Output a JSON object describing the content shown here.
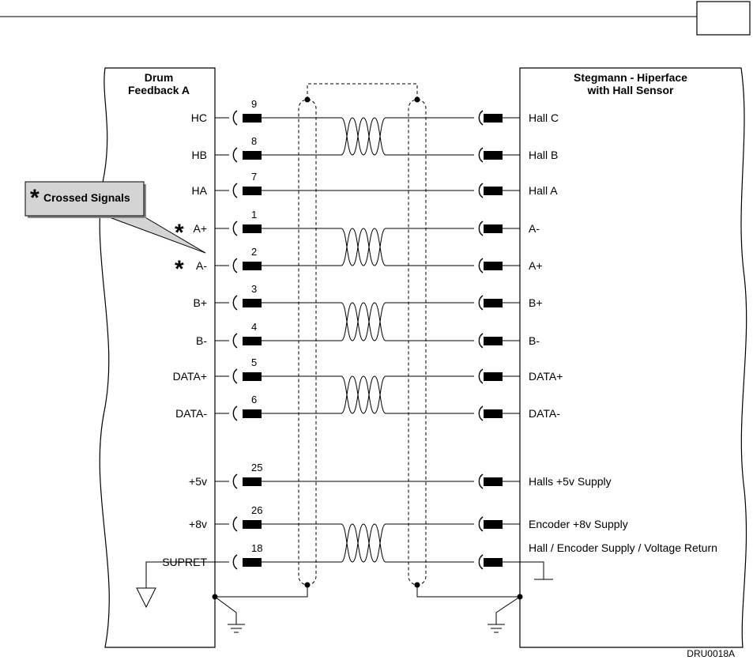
{
  "left_block": {
    "title_line1": "Drum",
    "title_line2": "Feedback A"
  },
  "right_block": {
    "title_line1": "Stegmann - Hiperface",
    "title_line2": "with Hall Sensor"
  },
  "callout": {
    "star": "*",
    "text": "Crossed Signals"
  },
  "figure_ref": "DRU0018A",
  "signals": [
    {
      "left": "HC",
      "pin": "9",
      "right": "Hall C",
      "crossed": false,
      "twisted_pair": 0
    },
    {
      "left": "HB",
      "pin": "8",
      "right": "Hall B",
      "crossed": false,
      "twisted_pair": 0
    },
    {
      "left": "HA",
      "pin": "7",
      "right": "Hall A",
      "crossed": false,
      "twisted_pair": -1
    },
    {
      "left": "A+",
      "pin": "1",
      "right": "A-",
      "crossed": true,
      "twisted_pair": 1
    },
    {
      "left": "A-",
      "pin": "2",
      "right": "A+",
      "crossed": true,
      "twisted_pair": 1
    },
    {
      "left": "B+",
      "pin": "3",
      "right": "B+",
      "crossed": false,
      "twisted_pair": 2
    },
    {
      "left": "B-",
      "pin": "4",
      "right": "B-",
      "crossed": false,
      "twisted_pair": 2
    },
    {
      "left": "DATA+",
      "pin": "5",
      "right": "DATA+",
      "crossed": false,
      "twisted_pair": 3
    },
    {
      "left": "DATA-",
      "pin": "6",
      "right": "DATA-",
      "crossed": false,
      "twisted_pair": 3
    },
    {
      "left": "+5v",
      "pin": "25",
      "right": "Halls +5v Supply",
      "crossed": false,
      "twisted_pair": -1
    },
    {
      "left": "+8v",
      "pin": "26",
      "right": "Encoder +8v Supply",
      "crossed": false,
      "twisted_pair": 4
    },
    {
      "left": "SUPRET",
      "pin": "18",
      "right": "Hall / Encoder Supply / Voltage Return",
      "crossed": false,
      "twisted_pair": 4
    }
  ]
}
